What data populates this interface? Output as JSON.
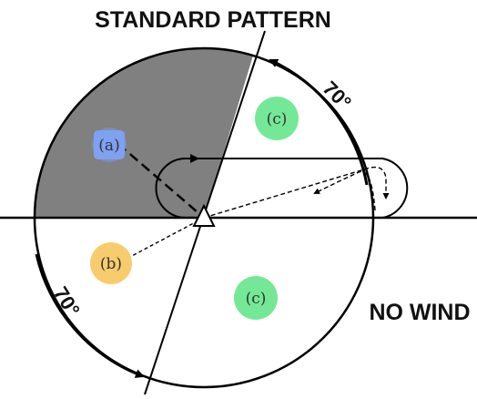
{
  "title": "STANDARD PATTERN",
  "wind_label": "NO WIND",
  "angle_top": "70°",
  "angle_bottom": "70°",
  "markers": {
    "a": "(a)",
    "b": "(b)",
    "c_top": "(c)",
    "c_bottom": "(c)"
  },
  "colors": {
    "shaded_sector": "#808080",
    "marker_a": "#7ea1f2",
    "marker_b": "#f7cc6d",
    "marker_c": "#74e896"
  }
}
